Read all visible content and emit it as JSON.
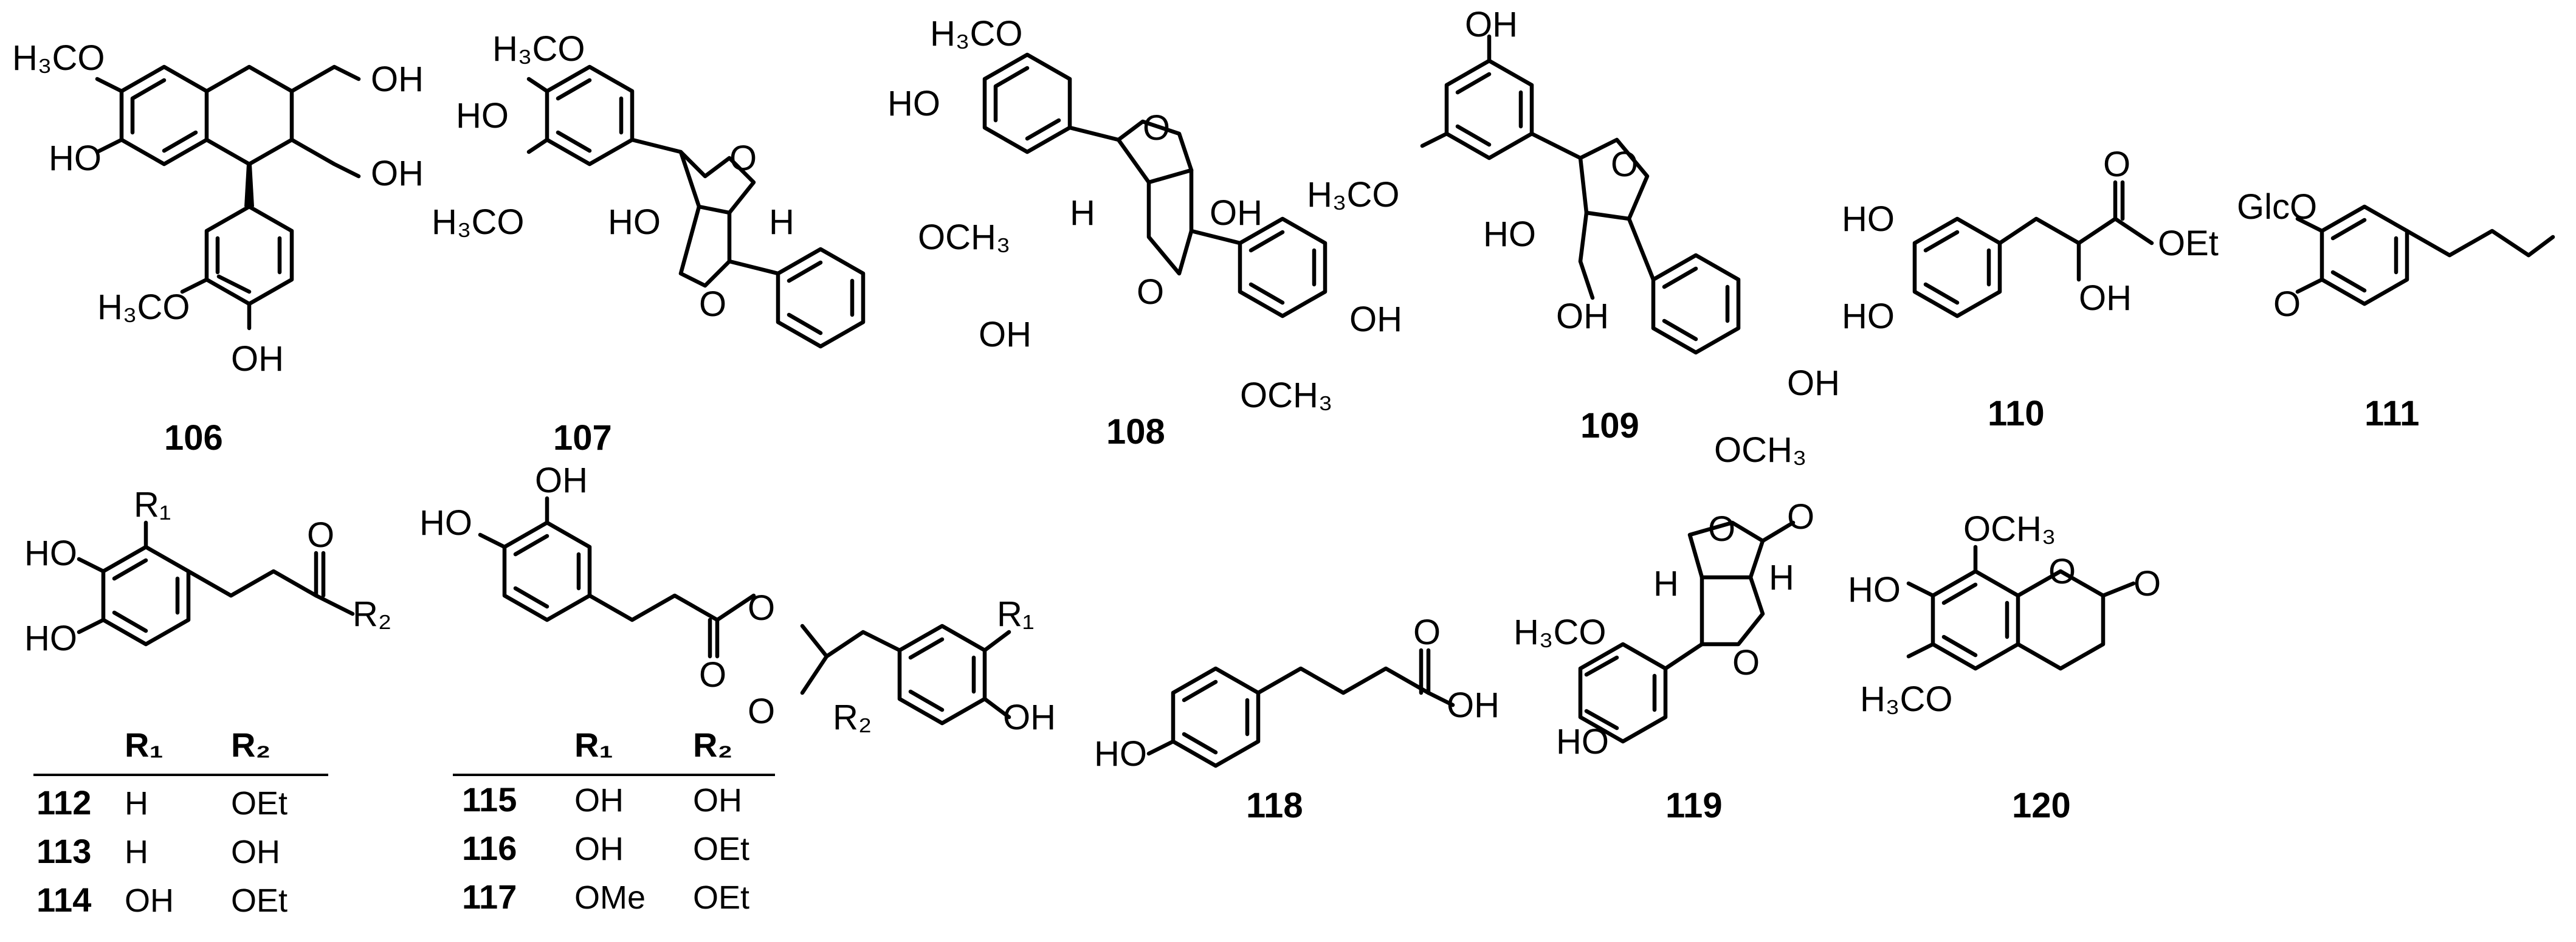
{
  "figure": {
    "compounds": [
      {
        "id": "106",
        "labels": [
          "H₃CO",
          "HO",
          "OH",
          "OH",
          "H₃CO",
          "OH"
        ]
      },
      {
        "id": "107",
        "labels": [
          "H₃CO",
          "HO",
          "H₃CO",
          "HO",
          "H",
          "O",
          "O",
          "OCH₃",
          "OH"
        ]
      },
      {
        "id": "108",
        "labels": [
          "H₃CO",
          "HO",
          "O",
          "H",
          "OH",
          "O",
          "OH",
          "OCH₃"
        ]
      },
      {
        "id": "109",
        "labels": [
          "OH",
          "H₃CO",
          "O",
          "HO",
          "OH",
          "OH",
          "OCH₃"
        ]
      },
      {
        "id": "110",
        "labels": [
          "O",
          "HO",
          "OEt",
          "HO",
          "OH"
        ]
      },
      {
        "id": "111",
        "labels": [
          "GlcO",
          "O"
        ]
      },
      {
        "id": "112-114",
        "labels": [
          "R₁",
          "HO",
          "O",
          "R₂",
          "HO"
        ]
      },
      {
        "id": "115-117",
        "labels": [
          "OH",
          "HO",
          "R₁",
          "O",
          "O",
          "O",
          "R₂",
          "OH"
        ]
      },
      {
        "id": "118",
        "labels": [
          "O",
          "OH",
          "HO"
        ]
      },
      {
        "id": "119",
        "labels": [
          "O",
          "O",
          "H",
          "H",
          "H₃CO",
          "O",
          "HO"
        ]
      },
      {
        "id": "120",
        "labels": [
          "OCH₃",
          "HO",
          "O",
          "O",
          "H₃CO"
        ]
      }
    ],
    "tables": [
      {
        "headers": [
          "R₁",
          "R₂"
        ],
        "rows": [
          {
            "id": "112",
            "r1": "H",
            "r2": "OEt"
          },
          {
            "id": "113",
            "r1": "H",
            "r2": "OH"
          },
          {
            "id": "114",
            "r1": "OH",
            "r2": "OEt"
          }
        ]
      },
      {
        "headers": [
          "R₁",
          "R₂"
        ],
        "rows": [
          {
            "id": "115",
            "r1": "OH",
            "r2": "OH"
          },
          {
            "id": "116",
            "r1": "OH",
            "r2": "OEt"
          },
          {
            "id": "117",
            "r1": "OMe",
            "r2": "OEt"
          }
        ]
      }
    ]
  }
}
